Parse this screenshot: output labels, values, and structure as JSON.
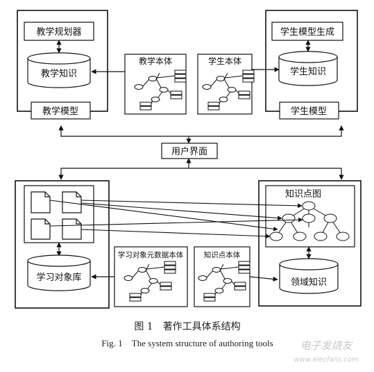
{
  "diagram": {
    "top_left": {
      "planner": "教学规划器",
      "knowledge": "教学知识",
      "model": "教学模型"
    },
    "top_right": {
      "model_gen": "学生模型生成",
      "knowledge": "学生知识",
      "model": "学生模型"
    },
    "ontologies": {
      "teaching": "教学本体",
      "student": "学生本体"
    },
    "ui": "用户界面",
    "bottom_left": {
      "repository": "学习对象库",
      "metadata_ontology": "学习对象元数据本体"
    },
    "bottom_right": {
      "concept_map": "知识点图",
      "domain_knowledge": "领域知识",
      "concept_ontology": "知识点本体"
    }
  },
  "caption": {
    "cn": "图 1　著作工具体系结构",
    "en": "Fig. 1　The system structure of authoring tools"
  },
  "watermark": {
    "cn": "电子发烧友",
    "url": "www.elecfans.com"
  },
  "colors": {
    "line": "#111111",
    "caption": "#222222",
    "watermark": "#c8c8c8"
  }
}
